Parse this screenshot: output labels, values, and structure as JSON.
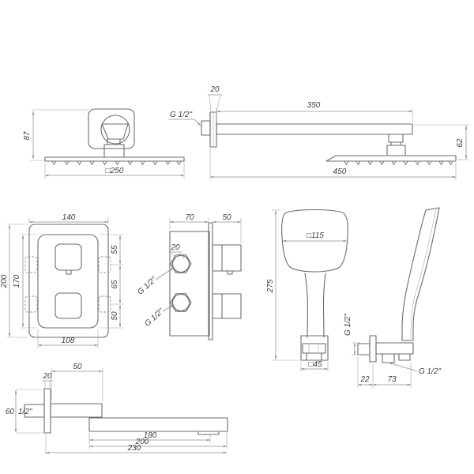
{
  "drawing": {
    "background": "#ffffff",
    "line_color": "#6b6b6b",
    "dimension_color": "#8f8f8f",
    "text_color": "#3e3e3e"
  },
  "views": {
    "head_front": {
      "height": "87",
      "width": "□250"
    },
    "arm_side": {
      "thread": "G 1/2\"",
      "flange_depth": "20",
      "arm_length": "350",
      "head_offset": "62",
      "overall_length": "450"
    },
    "mixer_front": {
      "width": "140",
      "plate_height": "200",
      "inner_height": "170",
      "bottom_width": "108",
      "seg_top": "55",
      "seg_mid": "65",
      "seg_bottom": "50"
    },
    "mixer_side": {
      "body_depth": "70",
      "handle_depth": "50",
      "hex_size": "20",
      "thread_top": "G 1/2\"",
      "thread_bottom": "G 1/2\""
    },
    "handshower_front": {
      "head_width": "□115",
      "height": "275",
      "base_width": "□45"
    },
    "outlet_side": {
      "thread_wall": "G 1/2\"",
      "thread_hose": "G 1/2\"",
      "offset_a": "22",
      "offset_b": "73"
    },
    "spout_side": {
      "top_depth": "50",
      "flange_depth": "20",
      "height": "60",
      "thread": "1/2\"",
      "len_inner": "180",
      "len_mid": "200",
      "len_overall": "230"
    }
  }
}
